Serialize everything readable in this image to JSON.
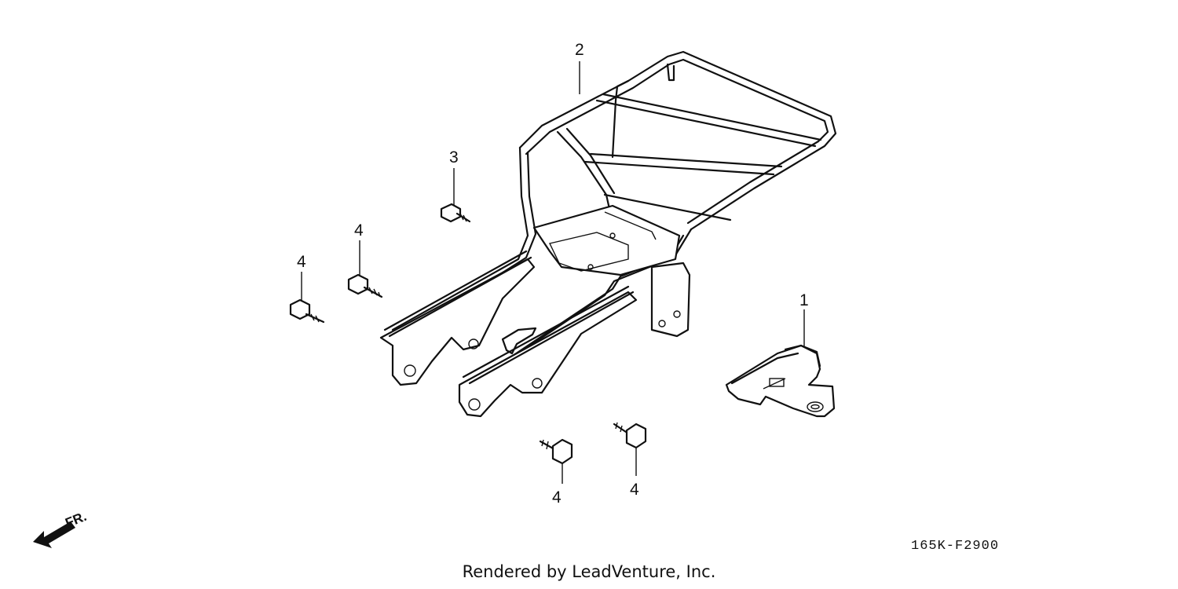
{
  "diagram": {
    "callouts": [
      {
        "id": "rack",
        "label": "2"
      },
      {
        "id": "bolt-top",
        "label": "3"
      },
      {
        "id": "bolt-left-upper",
        "label": "4"
      },
      {
        "id": "bolt-left-lower",
        "label": "4"
      },
      {
        "id": "bolt-bottom-left",
        "label": "4"
      },
      {
        "id": "bolt-bottom-right",
        "label": "4"
      },
      {
        "id": "lock",
        "label": "1"
      }
    ],
    "direction_label": "FR.",
    "diagram_code": "165K-F2900",
    "credit": "Rendered by LeadVenture, Inc."
  }
}
